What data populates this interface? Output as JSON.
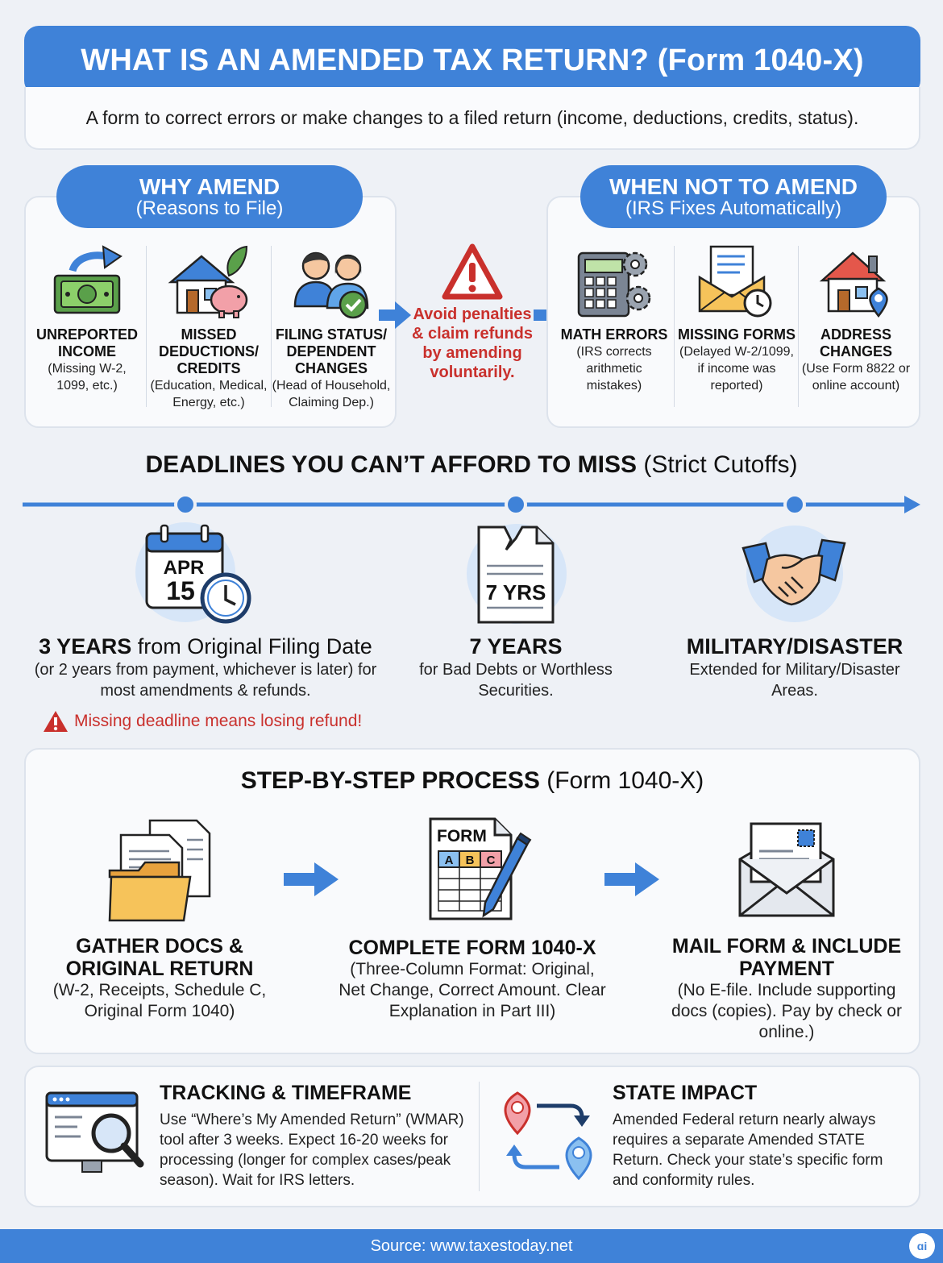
{
  "header": {
    "title": "WHAT IS AN AMENDED TAX RETURN? (Form 1040-X)",
    "subtitle": "A form to correct errors or make changes to a filed return (income, deductions, credits, status)."
  },
  "why": {
    "title": "WHY AMEND",
    "subtitle": "(Reasons to File)",
    "items": [
      {
        "title": "UNREPORTED INCOME",
        "desc": "(Missing W-2, 1099, etc.)",
        "icon": "money-arrow-icon"
      },
      {
        "title": "MISSED DEDUCTIONS/ CREDITS",
        "desc": "(Education, Medical, Energy, etc.)",
        "icon": "house-piggy-bank-icon"
      },
      {
        "title": "FILING STATUS/ DEPENDENT CHANGES",
        "desc": "(Head of Household, Claiming Dep.)",
        "icon": "family-check-icon"
      }
    ]
  },
  "center_note": "Avoid penalties & claim refunds by amending voluntarily.",
  "when_not": {
    "title": "WHEN NOT TO AMEND",
    "subtitle": "(IRS Fixes Automatically)",
    "items": [
      {
        "title": "MATH ERRORS",
        "desc": "(IRS corrects arithmetic mistakes)",
        "icon": "calculator-gears-icon"
      },
      {
        "title": "MISSING FORMS",
        "desc": "(Delayed W-2/1099, if income was reported)",
        "icon": "envelope-clock-icon"
      },
      {
        "title": "ADDRESS CHANGES",
        "desc": "(Use Form 8822 or online account)",
        "icon": "house-location-icon"
      }
    ]
  },
  "deadlines": {
    "title_bold": "DEADLINES YOU CAN’T AFFORD TO MISS",
    "title_rest": " (Strict Cutoffs)",
    "items": [
      {
        "big_bold": "3 YEARS",
        "big_rest": " from Original Filing Date",
        "desc": "(or 2 years from payment, whichever is later) for most amendments & refunds.",
        "icon": "calendar-clock-icon",
        "icon_text_month": "APR",
        "icon_text_day": "15"
      },
      {
        "big_bold": "7 YEARS",
        "big_rest": "",
        "desc": "for Bad Debts or Worthless Securities.",
        "icon": "torn-document-icon",
        "icon_text": "7 YRS"
      },
      {
        "big_bold": "MILITARY/DISASTER",
        "big_rest": "",
        "desc": "Extended for Military/Disaster Areas.",
        "icon": "handshake-icon"
      }
    ],
    "warning": "Missing deadline means losing refund!"
  },
  "process": {
    "title_bold": "STEP-BY-STEP PROCESS",
    "title_rest": " (Form 1040-X)",
    "steps": [
      {
        "title": "GATHER DOCS & ORIGINAL RETURN",
        "desc": "(W-2, Receipts, Schedule C, Original Form 1040)",
        "icon": "folder-documents-icon"
      },
      {
        "title": "COMPLETE FORM 1040-X",
        "desc": "(Three-Column Format: Original, Net Change, Correct Amount. Clear Explanation in Part III)",
        "icon": "form-pen-icon",
        "icon_text": "FORM",
        "cols": [
          "A",
          "B",
          "C"
        ]
      },
      {
        "title": "MAIL FORM & INCLUDE PAYMENT",
        "desc": "(No E-file. Include supporting docs (copies). Pay by check or online.)",
        "icon": "mail-envelope-icon"
      }
    ]
  },
  "tracking": {
    "title": "TRACKING & TIMEFRAME",
    "desc": "Use “Where’s My Amended Return” (WMAR) tool after 3 weeks. Expect 16-20 weeks for processing (longer for complex cases/peak season). Wait for IRS letters.",
    "icon": "monitor-magnifier-icon"
  },
  "state": {
    "title": "STATE IMPACT",
    "desc": "Amended Federal return nearly always requires a separate Amended STATE Return. Check your state’s specific form and conformity rules.",
    "icon": "location-transfer-icon"
  },
  "footer": {
    "source": "Source: www.taxestoday.net",
    "logo_text": "ɑi"
  },
  "colors": {
    "primary": "#3f82d8",
    "warning": "#c9302c",
    "money": "#5aa04a",
    "orange": "#f0a040"
  }
}
